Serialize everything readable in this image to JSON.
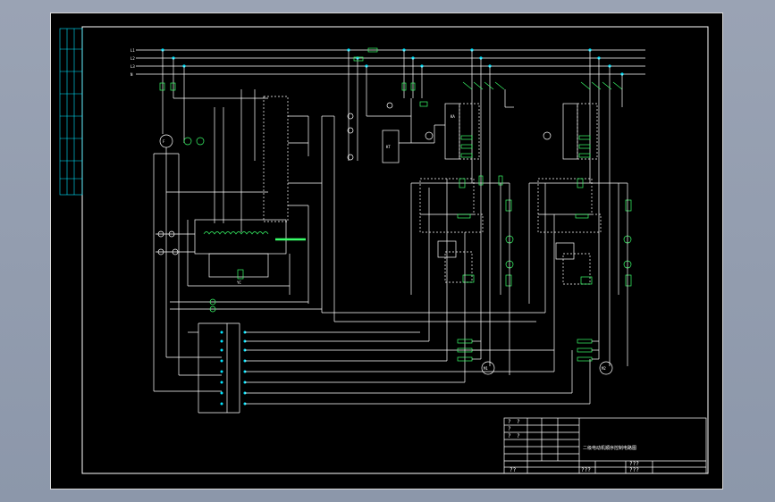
{
  "app": {
    "title": ""
  },
  "colors": {
    "background": "#9aa3b4",
    "sheet": "#000000",
    "wire": "#ffffff",
    "component": "#39ff6a",
    "node": "#00e5ff",
    "frame": "#ffffff"
  },
  "lines": {
    "L1": "L1",
    "L2": "L2",
    "L3": "L3",
    "N": "N"
  },
  "components": {
    "m1": "M1",
    "m2": "M2",
    "kt": "KT",
    "f1": "F",
    "yc": "YC",
    "ka": "KA"
  },
  "title_block": {
    "drawing_title": "二级电动机顺序控制电路图",
    "cells": [
      "?",
      "?",
      "?",
      "?",
      "?",
      "??",
      "???",
      "???",
      "???"
    ]
  }
}
